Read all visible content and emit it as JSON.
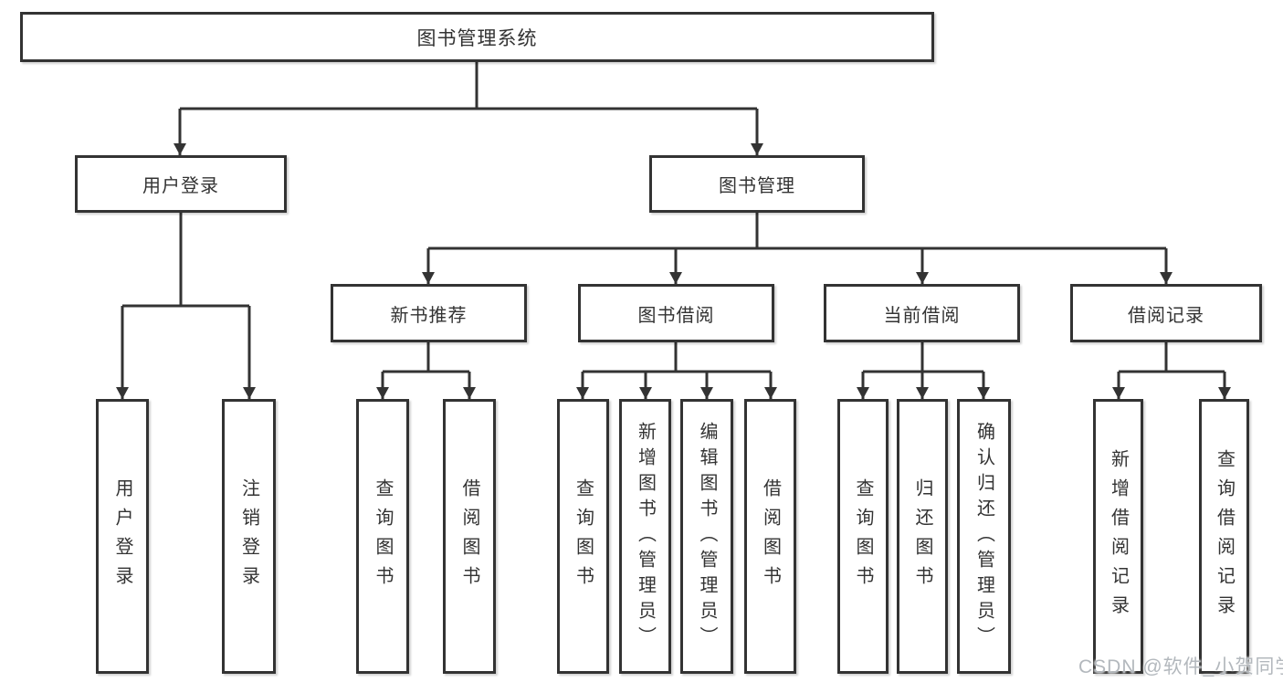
{
  "diagram": {
    "title": "图书管理系统",
    "tree": {
      "root": {
        "label": "图书管理系统"
      },
      "branches": [
        {
          "label": "用户登录",
          "children": [
            {
              "label": "用户登录"
            },
            {
              "label": "注销登录"
            }
          ]
        },
        {
          "label": "图书管理",
          "children": [
            {
              "label": "新书推荐",
              "children": [
                {
                  "label": "查询图书"
                },
                {
                  "label": "借阅图书"
                }
              ]
            },
            {
              "label": "图书借阅",
              "children": [
                {
                  "label": "查询图书"
                },
                {
                  "label": "新增图书（管理员）"
                },
                {
                  "label": "编辑图书（管理员）"
                },
                {
                  "label": "借阅图书"
                }
              ]
            },
            {
              "label": "当前借阅",
              "children": [
                {
                  "label": "查询图书"
                },
                {
                  "label": "归还图书"
                },
                {
                  "label": "确认归还（管理员）"
                }
              ]
            },
            {
              "label": "借阅记录",
              "children": [
                {
                  "label": "新增借阅记录"
                },
                {
                  "label": "查询借阅记录"
                }
              ]
            }
          ]
        }
      ]
    },
    "colors": {
      "line": "#333333",
      "node_border": "#333333",
      "node_fill": "#ffffff",
      "text": "#333333",
      "watermark_text": "#b3b8bd",
      "background": "#ffffff"
    }
  },
  "watermark": {
    "text": "CSDN @软件_小贺同学"
  }
}
